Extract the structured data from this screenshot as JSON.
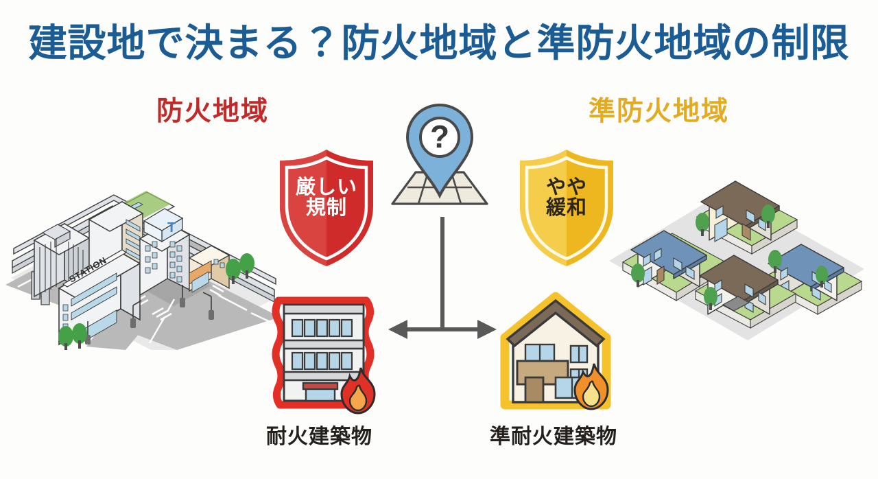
{
  "page": {
    "title": "建設地で決まる？防火地域と準防火地域の制限",
    "background_color": "#fdfdfc",
    "title_color": "#1b5c94"
  },
  "zones": {
    "left": {
      "heading": "防火地域",
      "heading_color": "#c02a28",
      "shield_label": "厳しい\n規制",
      "shield_color": "#cf2b2b",
      "shield_text_color": "#ffffff",
      "building_caption": "耐火建築物",
      "building_outline_color": "#e23027",
      "flame_outer_color": "#e03127",
      "flame_inner_color": "#f5a64b",
      "scene": {
        "type": "isometric-city",
        "station_sign": "STATION",
        "tower_logo": "T"
      }
    },
    "right": {
      "heading": "準防火地域",
      "heading_color": "#e3ab21",
      "shield_label": "やや\n緩和",
      "shield_color": "#f0c028",
      "shield_text_color": "#2b2622",
      "building_caption": "準耐火建築物",
      "building_outline_color": "#f5c22b",
      "flame_outer_color": "#f0902b",
      "flame_inner_color": "#f8e18a",
      "scene": {
        "type": "isometric-suburb",
        "house_count": 4
      }
    }
  },
  "center": {
    "pin_symbol": "?",
    "pin_color": "#7cb2d9",
    "pin_outline_color": "#4a4a4a",
    "map_tile_color": "#efeade",
    "connector_color": "#595959",
    "arrow_direction": "双方向"
  }
}
